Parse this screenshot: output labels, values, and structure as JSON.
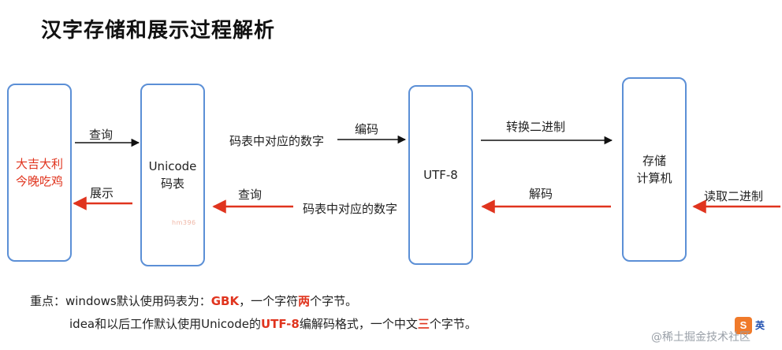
{
  "title": "汉字存储和展示过程解析",
  "boxes": {
    "text_box": {
      "line1": "大吉大利",
      "line2": "今晚吃鸡"
    },
    "unicode_box": {
      "line1": "Unicode",
      "line2": "码表"
    },
    "utf8_box": {
      "line1": "UTF-8"
    },
    "storage_box": {
      "line1": "存储",
      "line2": "计算机"
    }
  },
  "watermark_small": "hm396",
  "labels": {
    "query_top": "查询",
    "display": "展示",
    "codepoint_top": "码表中对应的数字",
    "encode": "编码",
    "to_binary": "转换二进制",
    "query_bottom": "查询",
    "codepoint_bottom": "码表中对应的数字",
    "decode": "解码",
    "read_binary": "读取二进制"
  },
  "notes": {
    "line1_a": "重点：windows默认使用码表为：",
    "line1_b": "GBK",
    "line1_c": "，一个字符",
    "line1_d": "两",
    "line1_e": "个字节。",
    "line2_a": "idea和以后工作默认使用Unicode的",
    "line2_b": "UTF-8",
    "line2_c": "编解码格式，一个中文",
    "line2_d": "三",
    "line2_e": "个字节。"
  },
  "corner": {
    "logo_letter": "S",
    "ime_label": "英",
    "site_watermark": "@稀土掘金技术社区"
  },
  "colors": {
    "box_border": "#5b8fd6",
    "forward_arrow": "#111111",
    "backward_arrow": "#e0341e",
    "highlight": "#e0341e"
  }
}
